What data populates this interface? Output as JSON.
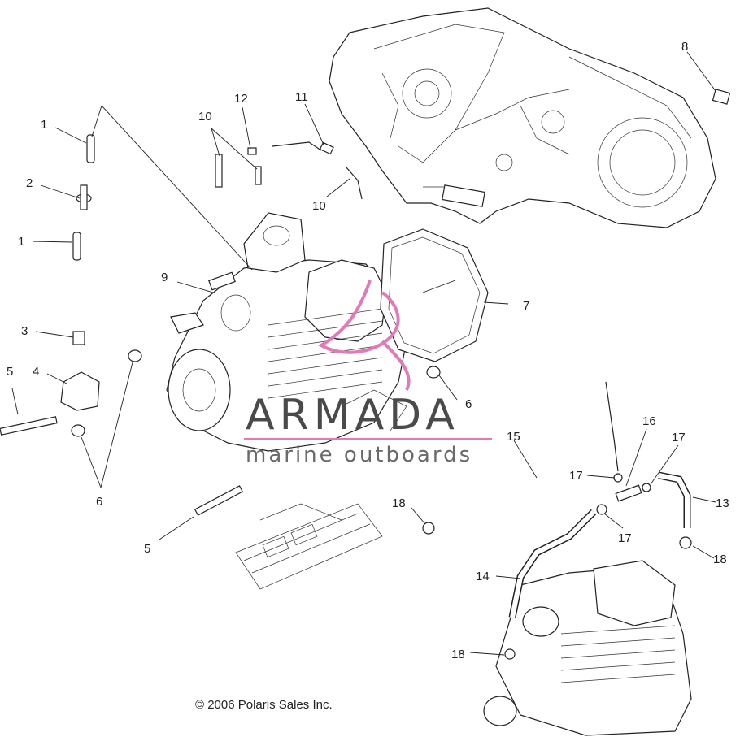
{
  "callouts": [
    "1",
    "2",
    "1",
    "3",
    "4",
    "5",
    "6",
    "5",
    "9",
    "10",
    "12",
    "11",
    "10",
    "8",
    "7",
    "6",
    "15",
    "16",
    "17",
    "17",
    "17",
    "13",
    "18",
    "18",
    "14",
    "18"
  ],
  "watermark": {
    "brand": "ARMADA",
    "tagline": "marine outboards",
    "accent_color": "#e07ab8"
  },
  "copyright": "© 2006 Polaris Sales Inc."
}
